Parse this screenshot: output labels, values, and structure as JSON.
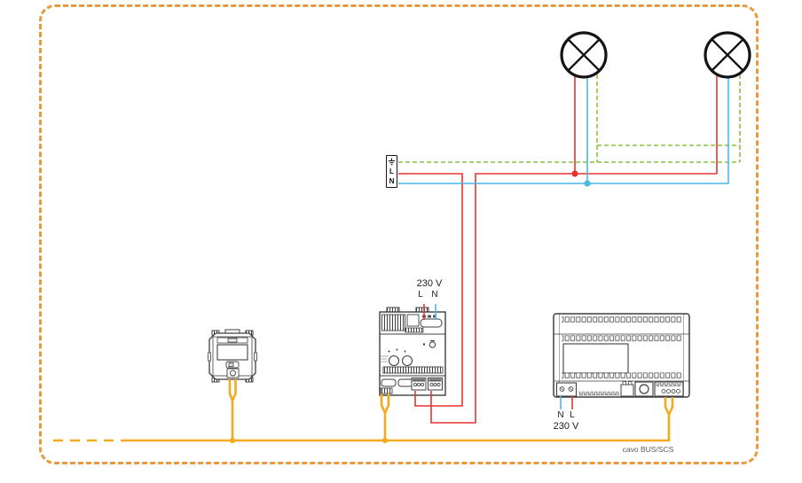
{
  "diagram": {
    "type": "electrical-wiring-diagram",
    "bus_cable_label": "cavo BUS/SCS",
    "terminal_block": {
      "line_label": "L",
      "neutral_label": "N"
    },
    "mains_top": {
      "voltage": "230 V",
      "line_label": "L",
      "neutral_label": "N"
    },
    "mains_right": {
      "neutral_label": "N",
      "line_label": "L",
      "voltage": "230 V"
    },
    "colors": {
      "border": "#ea9a3e",
      "phase_wire": "#e73430",
      "neutral_wire": "#4db7e8",
      "earth_wire": "#86c440",
      "bus_wire": "#f4aa1c",
      "device_outline": "#3f3f3f"
    }
  }
}
